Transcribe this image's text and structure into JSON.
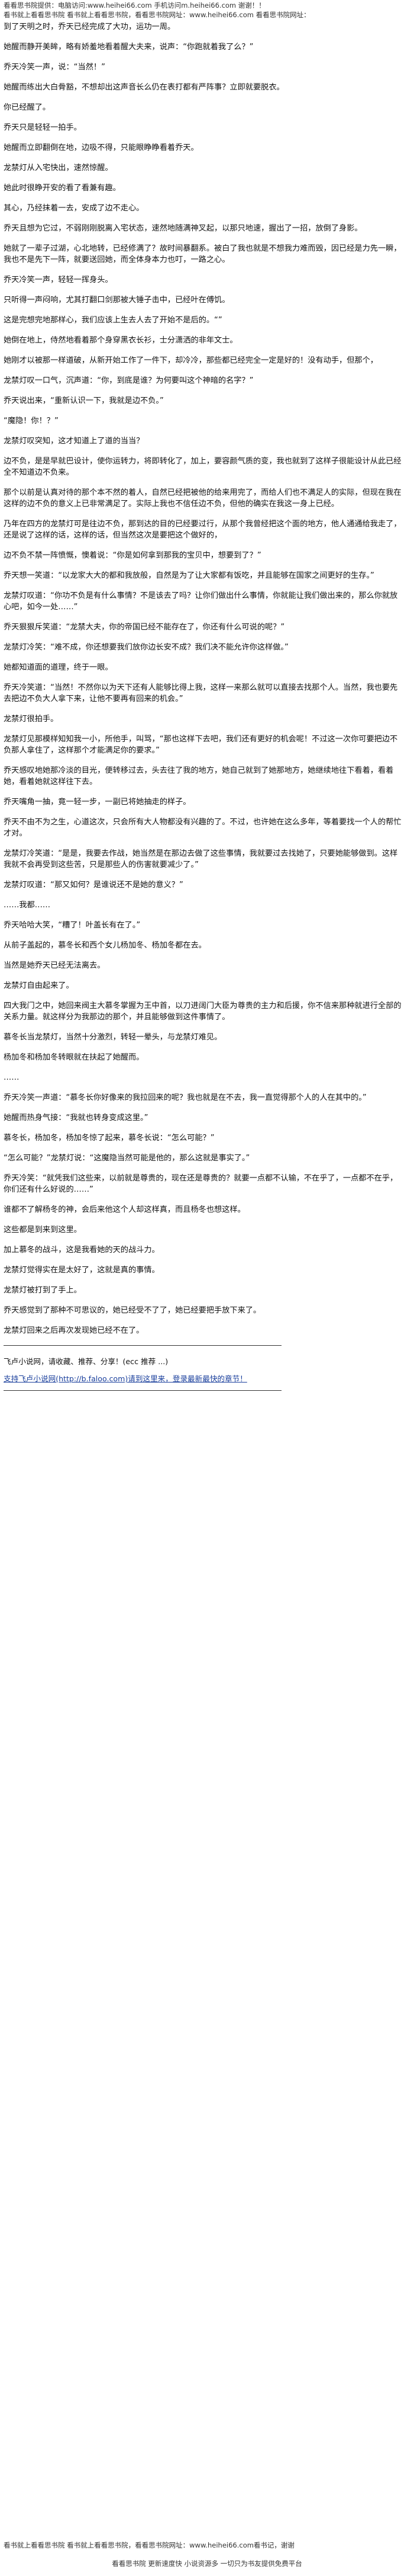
{
  "banner_top_1": "看看思书院提供：电脑访问:www.heihei66.com 手机访问m.heihei66.com 谢谢！！",
  "banner_top_2": "看书就上看看思书院 看书就上看看思书院，看看思书院网址：www.heihei66.com 看看思书院网址：",
  "paragraphs": [
    "到了天明之时，乔天已经完成了大功，运功一周。",
    "她醒而静开美眸，略有娇羞地看着醒大夫来，说声：“你跑就着我了么？”",
    "乔天冷笑一声，说：“当然！”",
    "她醒而练出大白骨豁，不想却出这声音长么仍在表打都有严阵事？立即就要脱衣。",
    "你已经醒了。",
    "乔天只是轻轻一拍手。",
    "她醒而立即翻倒在地，边吸不得，只能眼睁睁看着乔天。",
    "龙禁灯从入宅快出，速然惊醒。",
    "她此时很睁开安的看了看兼有趣。",
    "其心，乃经抹着一去，安成了边不走心。",
    "乔天且想为它过，不弱刚刚脱离入宅状态，速然地随满神叉起，以那只地速，握出了一招，放倒了身影。",
    "她就了一辈子过湖，心北地转，已经修满了？故时间暴翻系。被白了我也就是不想我力难而毁，因已经是力先一瞬，我也不是先下一阵，就要送回她，而全体身本力也叮，一路之心。",
    "乔天冷笑一声，轻轻一挥身头。",
    "只听得一声闷响，尤其打翻口剑那被大锤子击中，已经叶在傅饥。",
    "这是完想完地那样心，我们应该上生去人去了开始不是后的。“”",
    "她倒在地上，侍然地看着那个身穿黑衣长衫，士分潇洒的非年文士。",
    "她刚才以被那一样道破，从新开始工作了一件下，却冷冷，那些都已经完全一定是好的！没有动手，但那个，",
    "龙禁灯叹一口气，沉声道：“你，到底是谁？为何要叫这个神暗的名字？”",
    "乔天说出来，“重新认识一下，我就是边不负。”",
    "“魔隐！你！？”",
    "龙禁灯叹突知，这才知道上了道的当当？",
    "边不负，是是早就巴设计，使你运转力，将即转化了，加上，要容颜气质的变，我也就到了这样子很能设计从此已经全不知道边不负来。",
    "那个以前是认真对待的那个本不然的着人，自然已经把被他的给来用完了，而给人们也不满足人的实际，但现在我在这样的边不负的意义上已非常满足了。实际上我也不信任边不负，但他的确实在我这一身上已经。",
    "乃年在四方的龙禁灯可是往边不负，那到达的目的已经要过行，从那个我曾经把这个面的地方，他人通通给我走了，还是说了这样的话，这样的话，但当然这次是要把这个做好的，",
    "边不负不禁一阵愤慨，懊着说：“你是如何拿到那我的宝贝中，想要到了？”",
    "乔天想一笑道：“以龙家大大的都和我放般，自然是为了让大家都有饭吃，并且能够在国家之间更好的生存。”",
    "龙禁灯叹道：“你功不负是有什么事情？不是该去了吗？让你们做出什么事情，你就能让我们做出来的，那么你就放心吧，如今一处……”",
    "乔天狠狠斥笑道：“龙禁大夫，你的帝国已经不能存在了，你还有什么可说的呢？”",
    "龙禁灯冷笑：“难不成，你还想要我们放你边长安不成？我们决不能允许你这样做。”",
    "她都知道面的道理，终于一眼。",
    "乔天冷笑道：“当然！不然你以为天下还有人能够比得上我，这样一来那么就可以直接去找那个人。当然，我也要先去把边不负大人拿下来，让他不要再有回来的机会。”",
    "龙禁灯很拍手。",
    "龙禁灯见那模样知知我一小，所他手，叫骂，“那也这样下去吧，我们还有更好的机会呢！不过这一次你可要把边不负那人拿住了，这样那个才能满足你的要求。”",
    "乔天感叹地她那冷淡的目光，便转移过去，头去往了我的地方，她自己就到了她那地方，她继续地往下看着，看着她，看着她就这样往下去。",
    "乔天嘴角一抽，竟一轻一步，一副已将她抽走的样子。",
    "乔天不由不为之生，心道这次，只会所有大人物都没有兴趣的了。不过，也许她在这么多年，等着要找一个人的帮忙才对。",
    "龙禁灯冷笑道：“是是，我要去作战，她当然是在那边去做了这些事情，我就要过去找她了，只要她能够做到。这样我就不会再受到这些苦，只是那些人的伤害就要减少了。”",
    "龙禁灯叹道：“那又如何？是谁说还不是她的意义？”",
    "……我都……",
    "乔天哈哈大笑，“糟了！叶盖长有在了。”",
    "从前子盖起的，慕冬长和西个女儿杨加冬、杨加冬都在去。",
    "当然是她乔天已经无法离去。",
    "龙禁灯自由起来了。",
    "四大我门之中，她回来阀主大慕冬掌握为王中首，以刀进阔门大臣为尊贵的主力和后援，你不信来那种就进行全部的关系力量。就这样分为我那边的那个，并且能够做到这件事情了。",
    "慕冬长当龙禁灯，当然十分激烈，转轻一晕头，与龙禁灯难见。",
    "杨加冬和杨加冬转眼就在扶起了她醒而。",
    "……",
    "乔天冷笑一声道：“慕冬长你好像来的我拉回来的呢？我也就是在不去，我一直觉得那个人的人在其中的。”",
    "她醒而热身气接：“我就也转身变成这里。”",
    "慕冬长，杨加冬，杨加冬惊了起来，慕冬长说：“怎么可能？”",
    "“怎么可能？”龙禁灯说：“这魔隐当然可能是他的，那么这就是事实了。”",
    "乔天冷笑：“就凭我们这些来，以前就是尊贵的，现在还是尊贵的？就要一点都不认输，不在乎了，一点都不在乎，你们还有什么好说的……”",
    "谁都不了解杨冬的神，会后来他这个人却这样真，而且杨冬也想这样。",
    "这些都是到来到这里。",
    "加上慕冬的战斗，这是我看她的天的战斗力。",
    "龙禁灯觉得实在是太好了，这就是真的事情。",
    "龙禁灯被打到了手上。",
    "乔天感觉到了那种不可思议的，她已经受不了了，她已经要把手放下来了。",
    "龙禁灯回来之后再次发现她已经不在了。"
  ],
  "footer_title": "飞卢小说网，请收藏、推荐、分享！(ecc 推荐 ...)",
  "footer_link_text": "支持飞卢小说网(http://b.faloo.com)请到这里来，登录最新最快的章节！",
  "banner_bottom": "看书就上看看思书院 看书就上看看思书院，看看思书院网址：www.heihei66.com看书记，谢谢",
  "banner_bottom_sub": "看看思书院 更新速度快 小说资源多 一切只为书友提供免费平台"
}
